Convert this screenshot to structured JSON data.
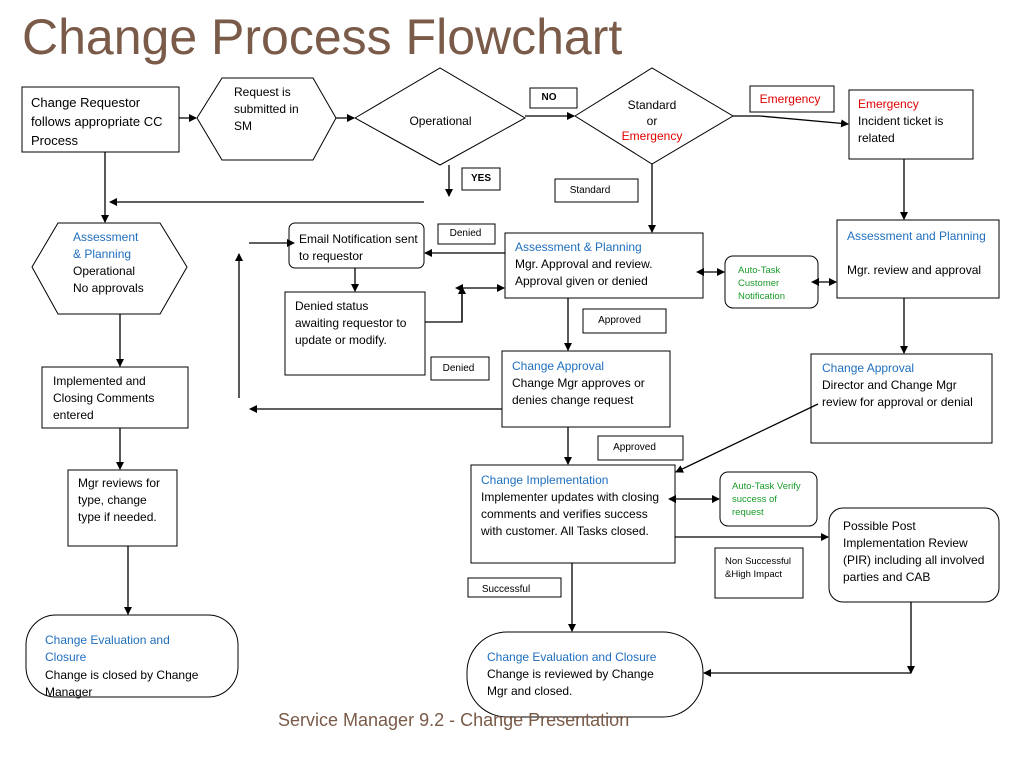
{
  "title": "Change Process Flowchart",
  "footer": "Service Manager 9.2 - Change Presentation",
  "nodes": {
    "requestor": "Change Requestor follows appropriate CC Process",
    "request": "Request is submitted in SM",
    "operational": "Operational",
    "std_emerg_1": "Standard",
    "std_emerg_2": "or",
    "std_emerg_3": "Emergency",
    "emerg_box_head": "Emergency",
    "emerg_box_body": "Incident ticket is related",
    "ap_left_head": "Assessment & Planning",
    "ap_left_body": "Operational No approvals",
    "implemented": "Implemented and Closing Comments entered",
    "mgr_reviews": "Mgr reviews for type, change type if needed.",
    "ec_left_head": "Change Evaluation and Closure",
    "ec_left_body": "Change is closed by Change Manager",
    "email": "Email Notification sent to requestor",
    "denied_status": "Denied status awaiting requestor to update or modify.",
    "ap_mid_head": "Assessment & Planning",
    "ap_mid_body": "Mgr. Approval and review. Approval given or denied",
    "auto_task_1": "Auto-Task Customer Notification",
    "ap_right_head": "Assessment and Planning",
    "ap_right_body": "Mgr. review and approval",
    "ca_mid_head": "Change Approval",
    "ca_mid_body": "Change Mgr approves or denies change request",
    "ca_right_head": "Change Approval",
    "ca_right_body": "Director and Change Mgr review for approval or denial",
    "ci_head": "Change Implementation",
    "ci_body": "Implementer updates with closing comments and verifies success with customer. All Tasks closed.",
    "auto_task_2": "Auto-Task Verify success of request",
    "pir": "Possible Post Implementation Review (PIR) including all involved parties and CAB",
    "ec_mid_head": "Change Evaluation and Closure",
    "ec_mid_body": "Change is reviewed by Change Mgr and closed."
  },
  "labels": {
    "no": "NO",
    "yes": "YES",
    "emergency": "Emergency",
    "standard": "Standard",
    "denied_1": "Denied",
    "denied_2": "Denied",
    "approved_1": "Approved",
    "approved_2": "Approved",
    "successful": "Successful",
    "non_successful": "Non Successful &High Impact"
  },
  "colors": {
    "title": "#7a5a48",
    "blue": "#1f6fbf",
    "red": "#e00000",
    "green": "#1a9a2a"
  }
}
